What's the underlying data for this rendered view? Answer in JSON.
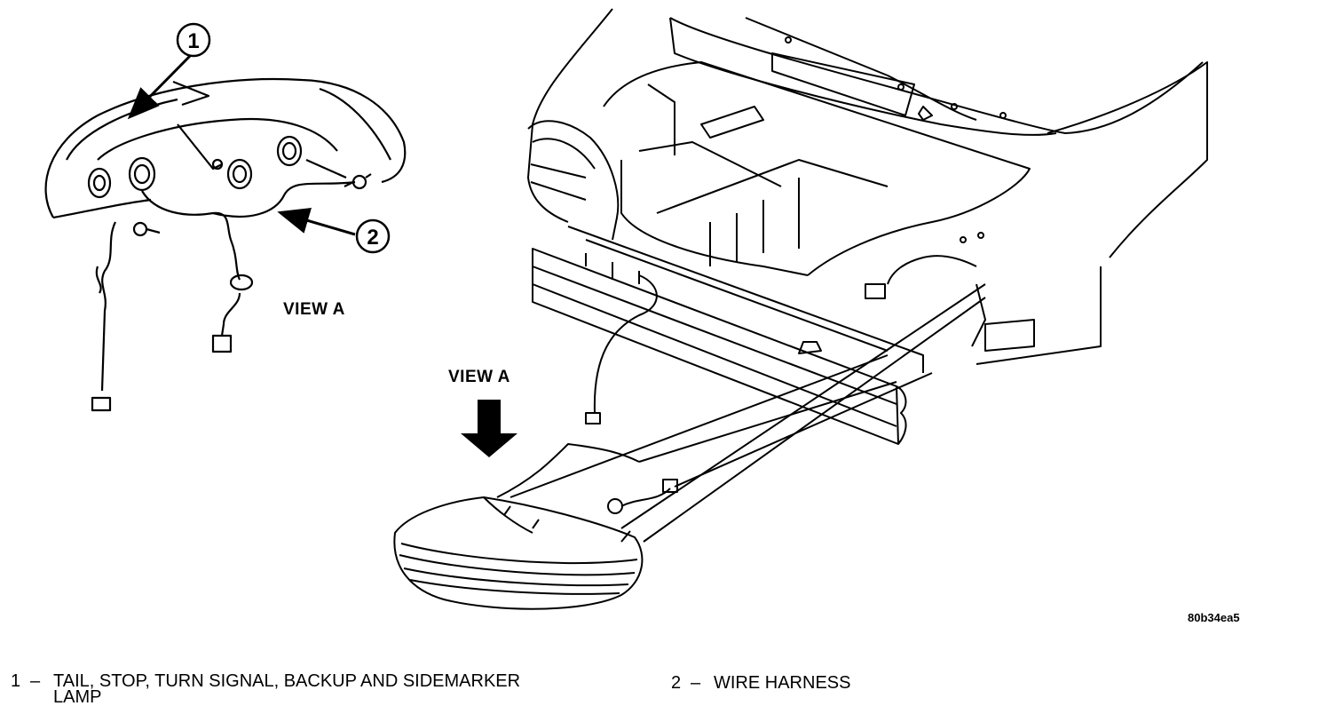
{
  "callouts": [
    {
      "number": "1"
    },
    {
      "number": "2"
    }
  ],
  "labels": {
    "view_a_detail": "VIEW A",
    "view_a_arrow": "VIEW A",
    "figure_code": "80b34ea5"
  },
  "legend": [
    {
      "number": "1",
      "dash": "–",
      "line1": "TAIL, STOP, TURN SIGNAL, BACKUP AND SIDEMARKER",
      "line2": "LAMP"
    },
    {
      "number": "2",
      "dash": "–",
      "line1": "WIRE HARNESS"
    }
  ]
}
